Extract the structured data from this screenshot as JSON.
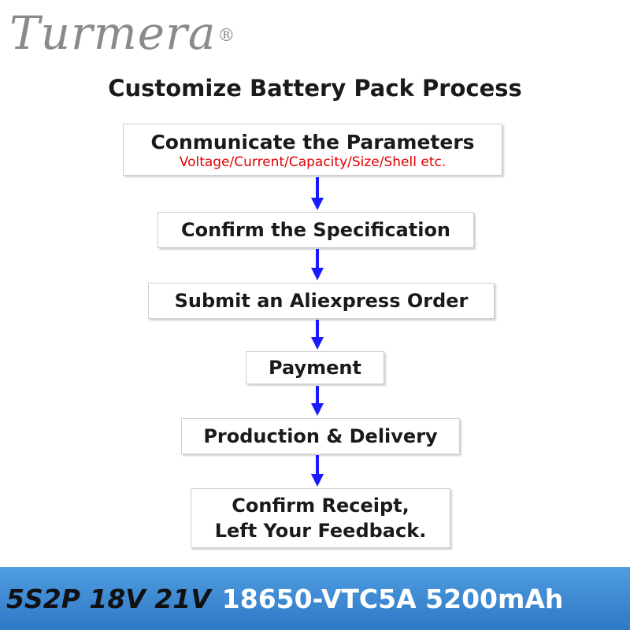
{
  "logo": {
    "text": "Turmera",
    "mark": "®"
  },
  "title": "Customize Battery Pack Process",
  "steps": [
    {
      "label": "Conmunicate the Parameters",
      "sub": "Voltage/Current/Capacity/Size/Shell etc."
    },
    {
      "label": "Confirm the Specification"
    },
    {
      "label": "Submit an Aliexpress Order"
    },
    {
      "label": "Payment"
    },
    {
      "label": "Production & Delivery"
    },
    {
      "label": "Confirm Receipt,",
      "label2": "Left Your Feedback."
    }
  ],
  "banner": {
    "spec": "5S2P 18V 21V",
    "model": "18650-VTC5A 5200mAh"
  },
  "colors": {
    "arrow": "#1a1aff",
    "subtext": "#e00000",
    "banner": "#3d8ad6",
    "logo": "#8a8a8a"
  },
  "icons": {
    "arrow": "arrow-down-icon"
  }
}
